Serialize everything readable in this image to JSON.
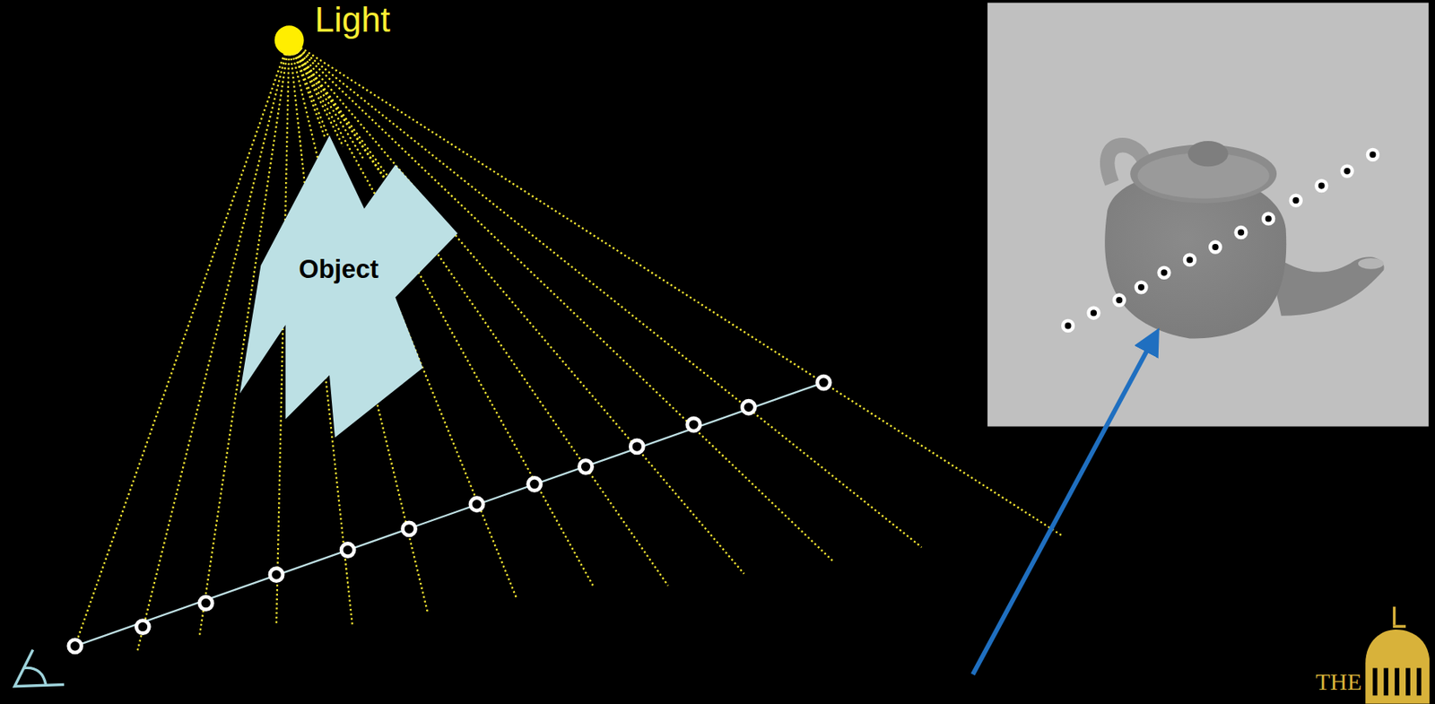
{
  "diagram": {
    "nodes": [
      {
        "text": [
          "Light"
        ]
      },
      {
        "text": [
          "Object"
        ]
      }
    ],
    "labels": [
      "THE"
    ]
  }
}
